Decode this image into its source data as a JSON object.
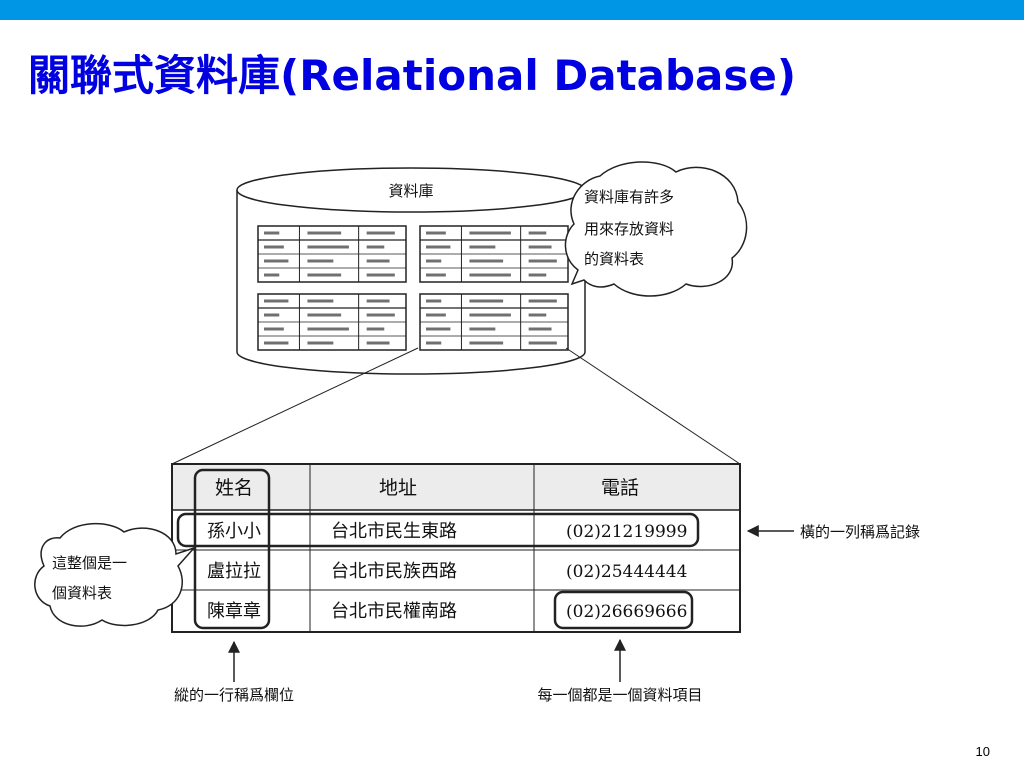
{
  "slide": {
    "title_cjk": "關聯式資料庫",
    "title_latin": "(Relational Database)",
    "page_number": "10"
  },
  "colors": {
    "top_bar": "#0096e6",
    "title": "#0000e0",
    "line": "#222222",
    "header_fill": "#ececec",
    "stub_bar": "#707070"
  },
  "diagram": {
    "database_label": "資料庫",
    "database_bubble": [
      "資料庫有許多",
      "用來存放資料",
      "的資料表"
    ],
    "table_bubble": [
      "這整個是一",
      "個資料表"
    ],
    "table": {
      "headers": [
        "姓名",
        "地址",
        "電話"
      ],
      "rows": [
        [
          "孫小小",
          "台北市民生東路",
          "(02)21219999"
        ],
        [
          "盧拉拉",
          "台北市民族西路",
          "(02)25444444"
        ],
        [
          "陳章章",
          "台北市民權南路",
          "(02)26669666"
        ]
      ]
    },
    "row_annotation": "橫的一列稱爲記錄",
    "column_annotation": "縱的一行稱爲欄位",
    "item_annotation": "每一個都是一個資料項目",
    "bubble_icon": "cloud-callout-icon",
    "arrow_icon": "arrow-icon"
  }
}
